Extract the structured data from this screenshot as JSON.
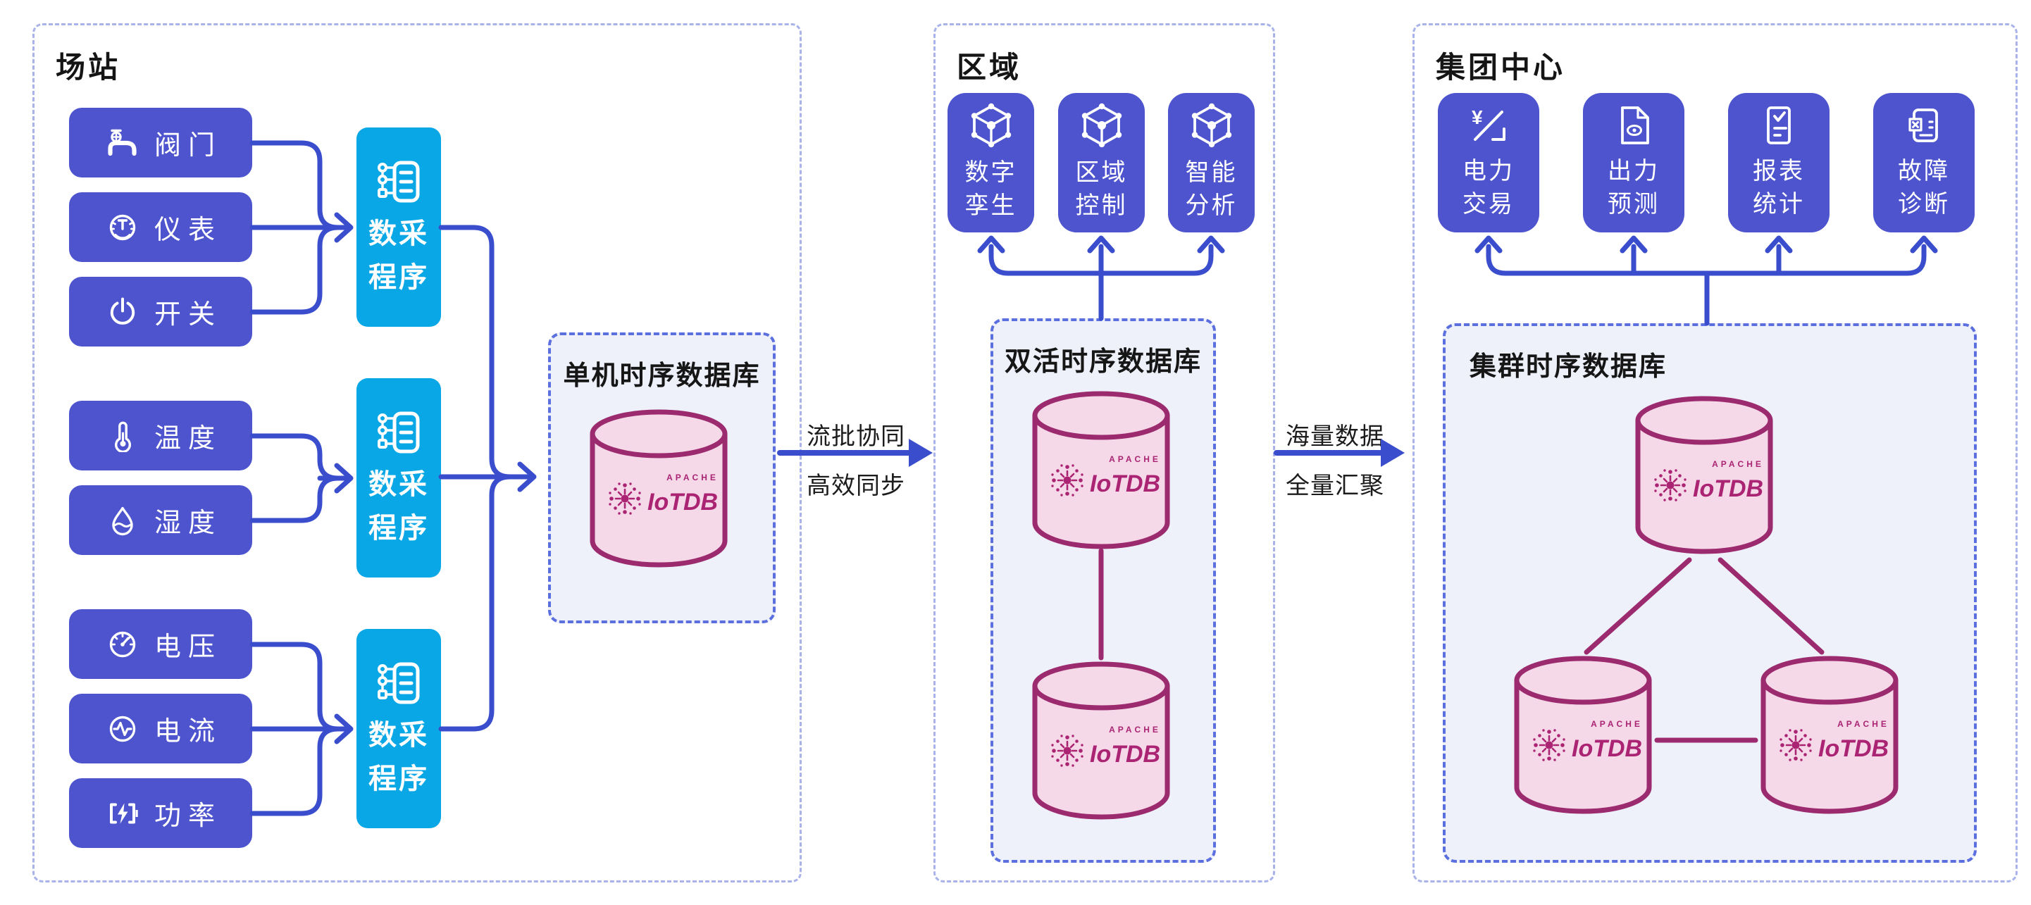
{
  "diagram_title": "IoTDB industrial IoT data architecture",
  "colors": {
    "sensor_box": "#4d54cd",
    "daq_box": "#09a7e6",
    "app_box": "#4d54cd",
    "connector_blue": "#3a4ecd",
    "section_border": "#a9b3ea",
    "panel_bg": "#eef0fa",
    "panel_border": "#5c6fdf",
    "cylinder_fill": "#f5d9e8",
    "cylinder_stroke": "#9c2a6e",
    "logo_magenta": "#aa2473",
    "text_dark": "#161616"
  },
  "logo": {
    "apache": "APACHE",
    "iotdb": "IoTDB"
  },
  "flows": [
    {
      "line1": "流批协同",
      "line2": "高效同步"
    },
    {
      "line1": "海量数据",
      "line2": "全量汇聚"
    }
  ],
  "sections": {
    "station": {
      "label": "场站",
      "sensors": [
        {
          "label": "阀门",
          "icon": "valve-icon"
        },
        {
          "label": "仪表",
          "icon": "meter-icon"
        },
        {
          "label": "开关",
          "icon": "power-switch-icon"
        },
        {
          "label": "温度",
          "icon": "thermometer-icon"
        },
        {
          "label": "湿度",
          "icon": "humidity-icon"
        },
        {
          "label": "电压",
          "icon": "voltage-gauge-icon"
        },
        {
          "label": "电流",
          "icon": "current-waveform-icon"
        },
        {
          "label": "功率",
          "icon": "battery-bolt-icon"
        }
      ],
      "daq": {
        "line1": "数采",
        "line2": "程序",
        "icon": "collector-program-icon"
      },
      "db": {
        "title": "单机时序数据库"
      }
    },
    "region": {
      "label": "区域",
      "apps": [
        {
          "line1": "数字",
          "line2": "孪生",
          "icon": "cube-network-icon"
        },
        {
          "line1": "区域",
          "line2": "控制",
          "icon": "cube-network-icon"
        },
        {
          "line1": "智能",
          "line2": "分析",
          "icon": "cube-network-icon"
        }
      ],
      "db": {
        "title": "双活时序数据库"
      }
    },
    "group": {
      "label": "集团中心",
      "apps": [
        {
          "line1": "电力",
          "line2": "交易",
          "icon": "currency-trade-icon",
          "icon_glyph": "¥"
        },
        {
          "line1": "出力",
          "line2": "预测",
          "icon": "document-eye-icon"
        },
        {
          "line1": "报表",
          "line2": "统计",
          "icon": "report-checklist-icon"
        },
        {
          "line1": "故障",
          "line2": "诊断",
          "icon": "fault-diagnosis-icon"
        }
      ],
      "db": {
        "title": "集群时序数据库"
      }
    }
  }
}
